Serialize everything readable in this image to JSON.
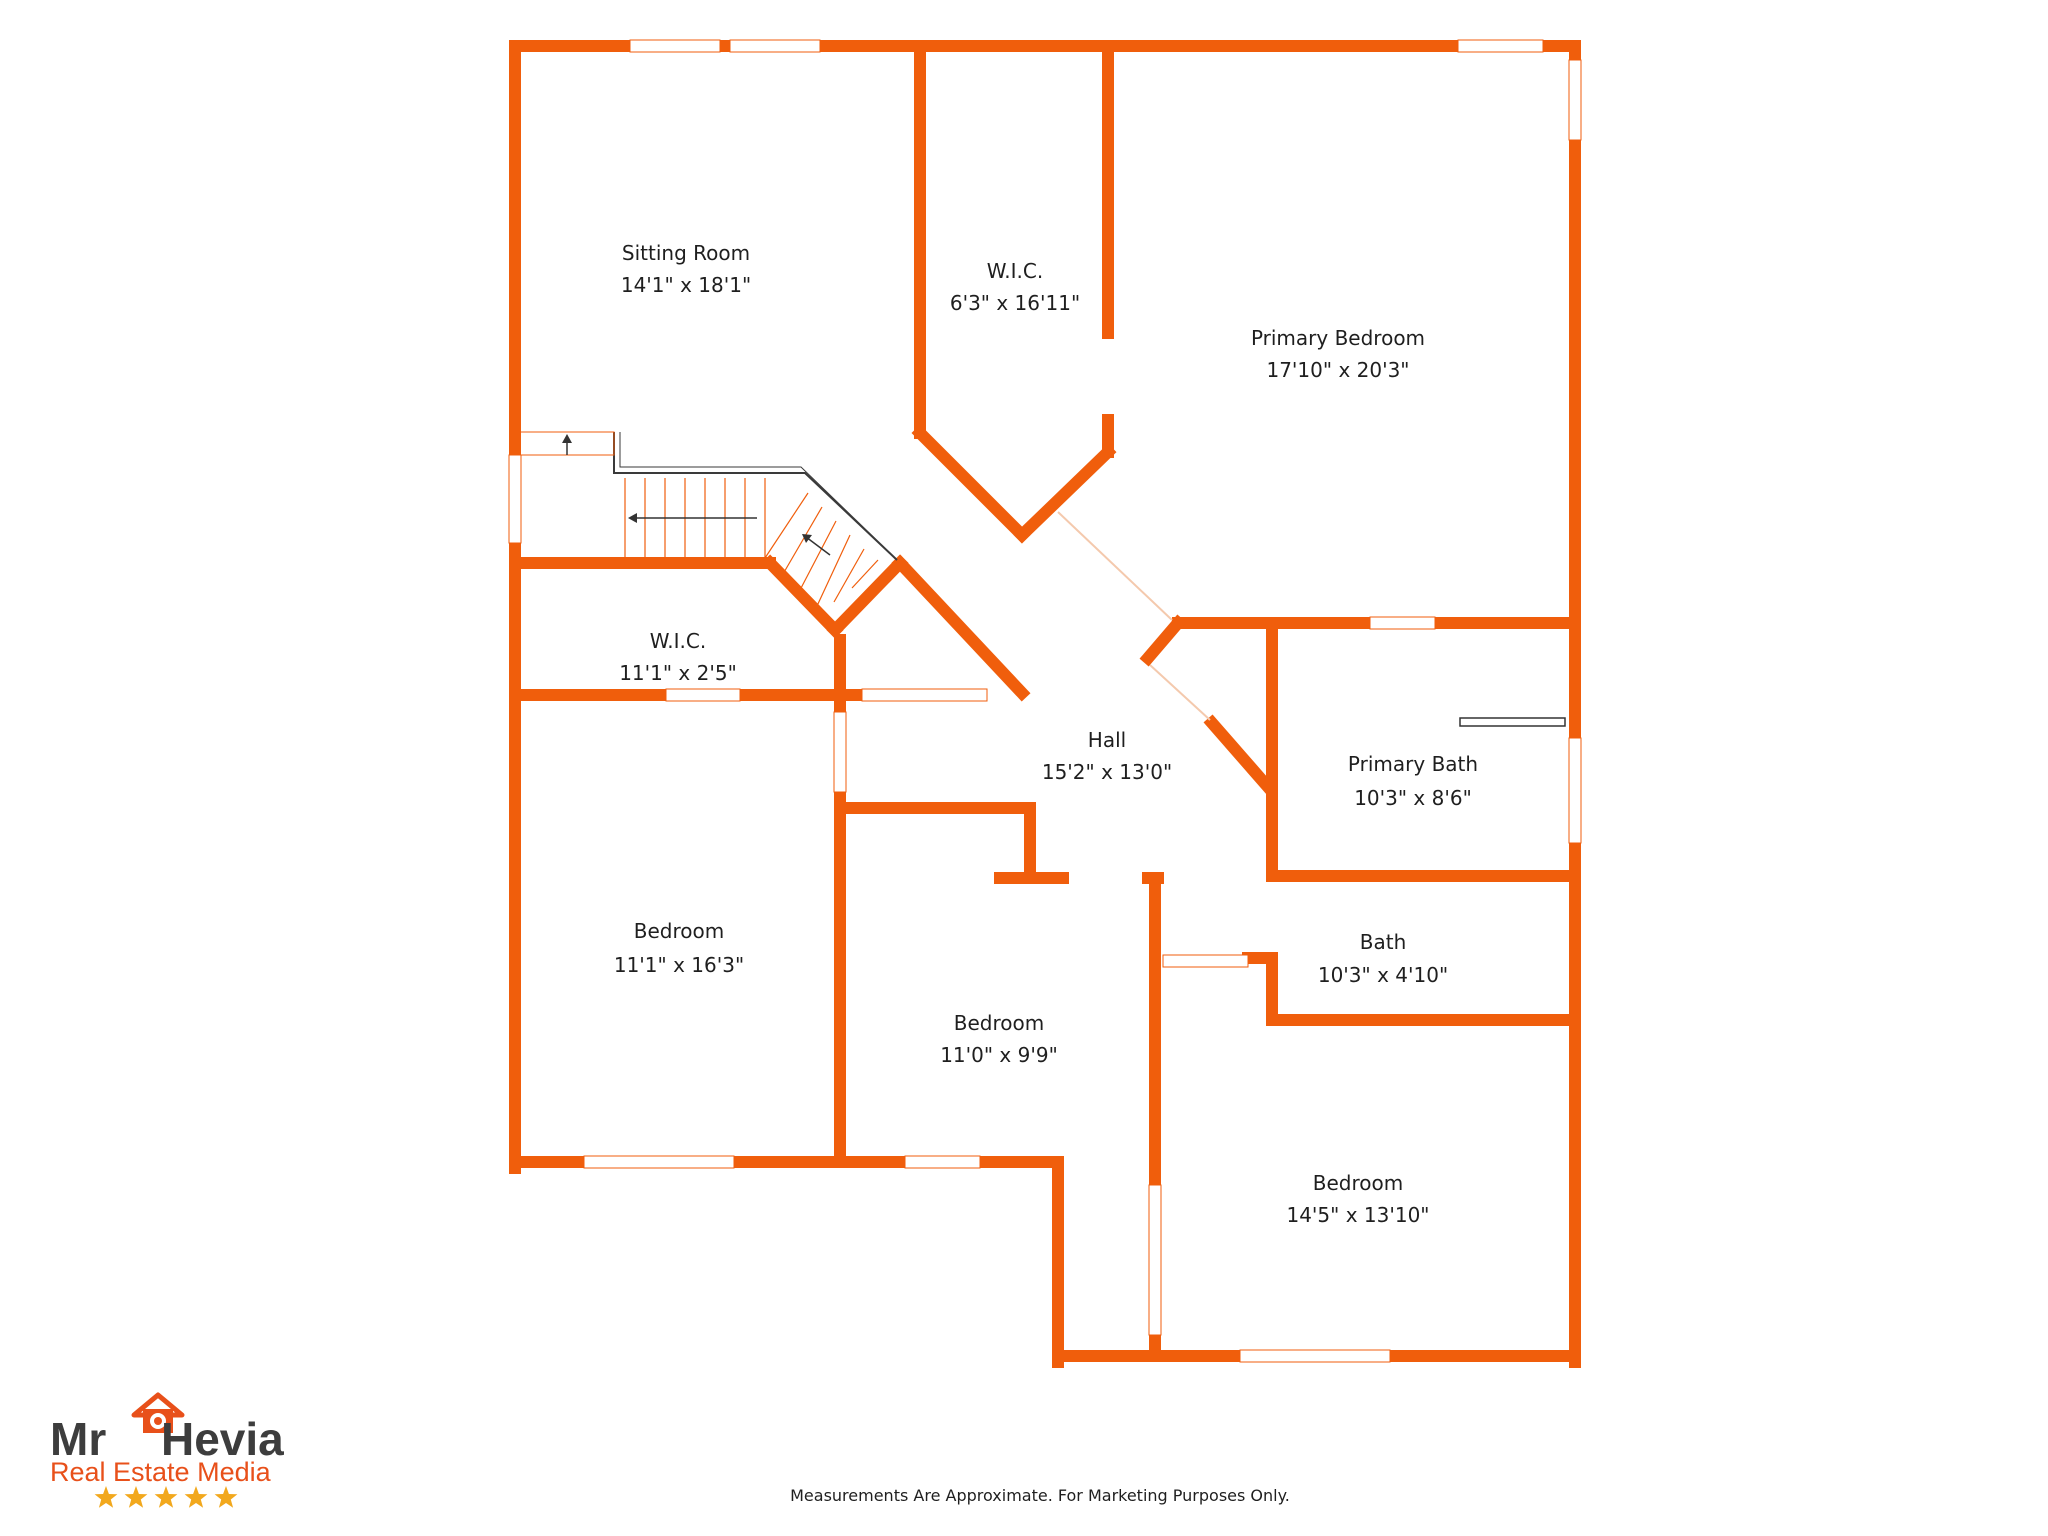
{
  "colors": {
    "wall": "#f05e0c",
    "window": "#f05e0c",
    "stairs": "#3a3a3a",
    "text": "#1f1f1f",
    "logo_dark": "#3d3d3d",
    "logo_accent": "#e8501a",
    "star": "#f2a81d"
  },
  "rooms": [
    {
      "name": "Sitting Room",
      "dims": "14'1\" x 18'1\""
    },
    {
      "name": "W.I.C.",
      "dims": "6'3\" x 16'11\""
    },
    {
      "name": "Primary Bedroom",
      "dims": "17'10\" x 20'3\""
    },
    {
      "name": "W.I.C.",
      "dims": "11'1\" x 2'5\""
    },
    {
      "name": "Hall",
      "dims": "15'2\" x 13'0\""
    },
    {
      "name": "Primary Bath",
      "dims": "10'3\" x 8'6\""
    },
    {
      "name": "Bedroom",
      "dims": "11'1\" x 16'3\""
    },
    {
      "name": "Bedroom",
      "dims": "11'0\" x 9'9\""
    },
    {
      "name": "Bath",
      "dims": "10'3\" x 4'10\""
    },
    {
      "name": "Bedroom",
      "dims": "14'5\" x 13'10\""
    }
  ],
  "logo": {
    "line1_left": "Mr",
    "line1_right": "Hevia",
    "line2": "Real Estate Media",
    "icon": "house-camera-icon",
    "rating_stars": 5
  },
  "footer": {
    "note": "Measurements Are Approximate. For Marketing Purposes Only."
  }
}
